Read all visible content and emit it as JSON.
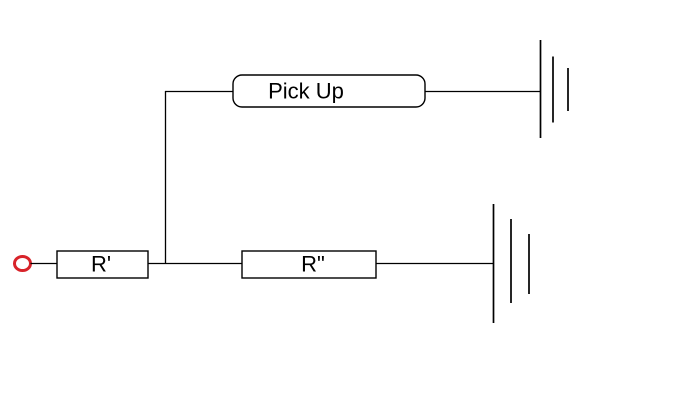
{
  "diagram": {
    "background_color": "#ffffff",
    "line_color": "#000000",
    "input_terminal": {
      "shape": "oval-outline",
      "color": "#d8232a"
    },
    "components": {
      "pickup": {
        "label": "Pick Up"
      },
      "resistor_r1": {
        "label": "R'"
      },
      "resistor_r2": {
        "label": "R\""
      }
    },
    "grounds": {
      "top": {
        "bars": 3
      },
      "bottom": {
        "bars": 3
      }
    }
  }
}
